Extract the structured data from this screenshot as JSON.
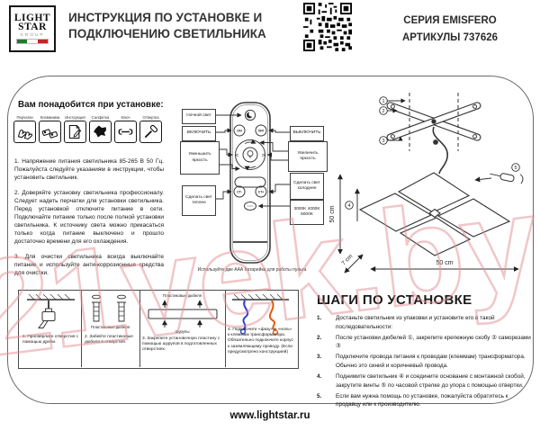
{
  "header": {
    "logo_line1": "LIGHT",
    "logo_line2": "STAR",
    "logo_line3": "GROUP",
    "title_line1": "ИНСТРУКЦИЯ ПО УСТАНОВКЕ И",
    "title_line2": "ПОДКЛЮЧЕНИЮ СВЕТИЛЬНИКА",
    "series": "СЕРИЯ EMISFERO",
    "article": "АРТИКУЛЫ 737626",
    "qr_icon": "qr-code-icon"
  },
  "tools": {
    "heading": "Вам понадобится при установке:",
    "items": [
      {
        "label": "Перчатки",
        "icon": "gloves-icon"
      },
      {
        "label": "Клеммники",
        "icon": "terminal-blocks-icon"
      },
      {
        "label": "Инструкция",
        "icon": "instruction-sheet-icon"
      },
      {
        "label": "Салфетка",
        "icon": "napkin-icon"
      },
      {
        "label": "Ключ",
        "icon": "wrench-icon"
      },
      {
        "label": "Отвертка",
        "icon": "screwdriver-icon"
      }
    ]
  },
  "warnings": [
    "1. Напряжение питания светильника 85-265 В 50 Гц. Пожалуйста следуйте указаниям в инструкции, чтобы установить светильник.",
    "2. Доверяйте установку светильника профессионалу. Следует надеть перчатки для установки светильника. Перед установкой отключите питание в сети. Подключайте питание только после полной установки светильника. К источнику света можно прикасаться только когда питание выключено и прошло достаточно времени для его охлаждения.",
    "3. Для очистки светильника всегда выключайте питание и используйте анти-коррозионные средства для очистки."
  ],
  "remote": {
    "labels": {
      "night": "Ночной свет",
      "turn_on": "ВКЛЮЧИТЬ",
      "dim": "Уменьшить яркость",
      "warmer": "Сделать свет теплее",
      "turn_off": "ВЫКЛЮЧИТЬ",
      "brighten": "Увеличить яркость",
      "colder": "Сделать свет холоднее",
      "kelvin": "3000K 4000K 6000K"
    },
    "buttons": {
      "on": "ON",
      "off": "OFF",
      "ct_minus": "CT-",
      "ct_plus": "CT+"
    },
    "icons": {
      "night": "moon-icon",
      "dial": "brightness-dial-bulb-icon"
    },
    "caption": "Используйте две ААА батарейки для работы пульта"
  },
  "diagram": {
    "callouts": [
      "1",
      "2",
      "3",
      "4",
      "5"
    ],
    "dim_height": "50 cm",
    "dim_width": "50 cm",
    "dim_depth": "7 cm"
  },
  "mount_panels": [
    {
      "caption": "1. Просверлите отверстия с помощью дрели."
    },
    {
      "label": "Пластиковые дюбеля",
      "caption": "2. Забейте пластиковые дюбеля в отверстия."
    },
    {
      "label_top": "Пластиковые дюбеля",
      "label_bottom": "Шурупы",
      "caption": "3. Закрепите установочную пластину с помощью шурупов в подготовленных отверстиях."
    },
    {
      "caption": "4. Подключите «фазу» и «ноль» к клеммам трансформатора. Обязательно подключите корпус к заземляющему проводу. (Если предусмотрено конструкцией)"
    }
  ],
  "install_steps": {
    "heading": "ШАГИ ПО УСТАНОВКЕ",
    "items": [
      {
        "num": "1.",
        "text": "Достаньте светильник из упаковки и установите его в такой последовательности:"
      },
      {
        "num": "2.",
        "text": "После установки дюбелей ①, закрепите крепежную скобу ② саморезами ③"
      },
      {
        "num": "3.",
        "text": "Подключите провода питания к проводам (клеммам) трансформатора. Обычно это синий и коричневый провода."
      },
      {
        "num": "4.",
        "text": "Поднимите светильник ④ и соедините основание с монтажной скобой, закрутите винты ⑤ по часовой стрелке до упора с помощью отвертки."
      },
      {
        "num": "5.",
        "text": "Если вам нужна помощь по установке, пожалуйста обратитесь к продавцу или к производителю."
      }
    ]
  },
  "footer": {
    "url": "www.lightstar.ru"
  },
  "watermark": "21vek.by",
  "colors": {
    "wire_blue": "#2b3fd6",
    "wire_orange": "#e05a10",
    "watermark_pink": "#e28e94",
    "flag_green": "#1f7a33",
    "flag_red": "#c02626"
  }
}
